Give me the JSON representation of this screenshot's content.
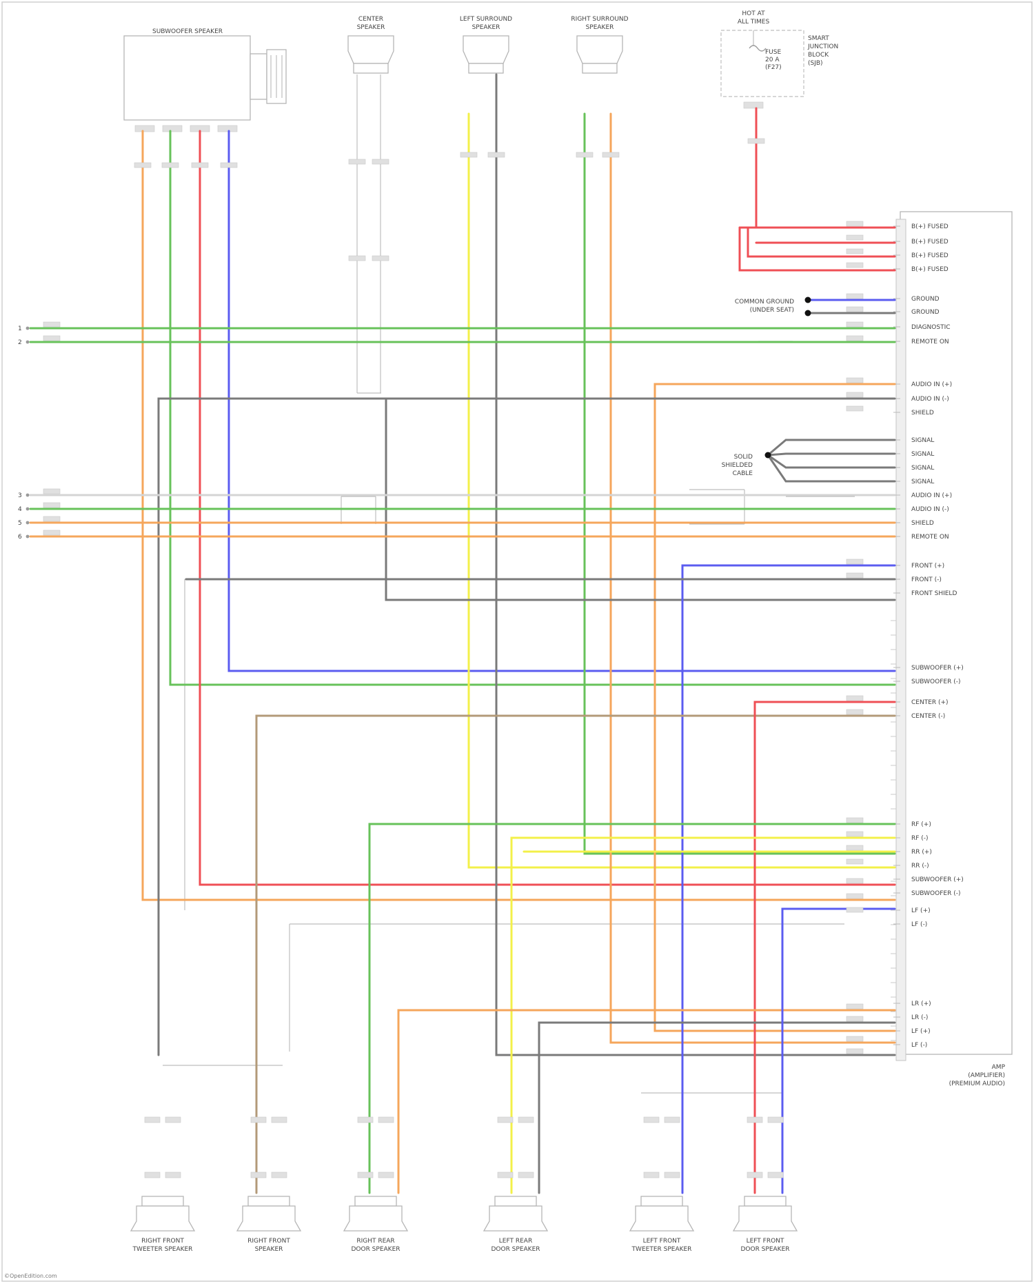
{
  "components": {
    "subwoofer": {
      "title": "SUBWOOFER SPEAKER"
    },
    "center_speaker": {
      "title_lines": [
        "CENTER",
        "SPEAKER"
      ]
    },
    "left_surround": {
      "title_lines": [
        "LEFT SURROUND",
        "SPEAKER"
      ]
    },
    "right_surround": {
      "title_lines": [
        "RIGHT SURROUND",
        "SPEAKER"
      ]
    },
    "fuse_block": {
      "title_lines": [
        "HOT AT",
        "ALL TIMES"
      ],
      "fuse_lines": [
        "FUSE",
        "20 A",
        "(F27)"
      ],
      "caption_lines": [
        "SMART",
        "JUNCTION",
        "BLOCK",
        "(SJB)"
      ]
    },
    "amplifier": {
      "title_lines": [
        "AMP",
        "(AMPLIFIER)",
        "(PREMIUM AUDIO)"
      ]
    },
    "bottom_speakers": [
      {
        "title_lines": [
          "RIGHT FRONT",
          "TWEETER SPEAKER"
        ]
      },
      {
        "title_lines": [
          "RIGHT FRONT",
          "SPEAKER"
        ]
      },
      {
        "title_lines": [
          "RIGHT REAR",
          "DOOR SPEAKER"
        ]
      },
      {
        "title_lines": [
          "LEFT REAR",
          "DOOR SPEAKER"
        ]
      },
      {
        "title_lines": [
          "LEFT FRONT",
          "TWEETER SPEAKER"
        ]
      },
      {
        "title_lines": [
          "LEFT FRONT",
          "DOOR SPEAKER"
        ]
      }
    ]
  },
  "notes": {
    "ground_note": [
      "COMMON GROUND",
      "(UNDER SEAT)"
    ],
    "shield_note": [
      "SOLID",
      "SHIELDED",
      "CABLE"
    ]
  },
  "amp_pins": [
    "B(+) FUSED",
    "B(+) FUSED",
    "B(+) FUSED",
    "B(+) FUSED",
    "GROUND",
    "GROUND",
    "DIAGNOSTIC",
    "REMOTE ON",
    "AUDIO IN (+)",
    "AUDIO IN (-)",
    "SHIELD",
    "SIGNAL",
    "SIGNAL",
    "SIGNAL",
    "SIGNAL",
    "AUDIO IN (+)",
    "AUDIO IN (-)",
    "SHIELD",
    "REMOTE ON",
    "FRONT (+)",
    "FRONT (-)",
    "FRONT SHIELD",
    "SUBWOOFER (+)",
    "SUBWOOFER (-)",
    "CENTER (+)",
    "CENTER (-)",
    "RF (+)",
    "RF (-)",
    "RR (+)",
    "RR (-)",
    "SUBWOOFER (+)",
    "SUBWOOFER (-)",
    "LF (+)",
    "LF (-)",
    "LR (+)",
    "LR (-)",
    "LF (+)",
    "LF (-)"
  ],
  "left_terminals": [
    "1",
    "2",
    "3",
    "4",
    "5",
    "6"
  ],
  "colors": {
    "orange": "#f5a65b",
    "green": "#67c25a",
    "red": "#ef4f55",
    "blue": "#5b5cf0",
    "yellow": "#f3f049",
    "gray": "#7a7a7a",
    "brown": "#b39a78",
    "lightgray": "#d4d4d4"
  },
  "footer": "©OpenEdition.com"
}
